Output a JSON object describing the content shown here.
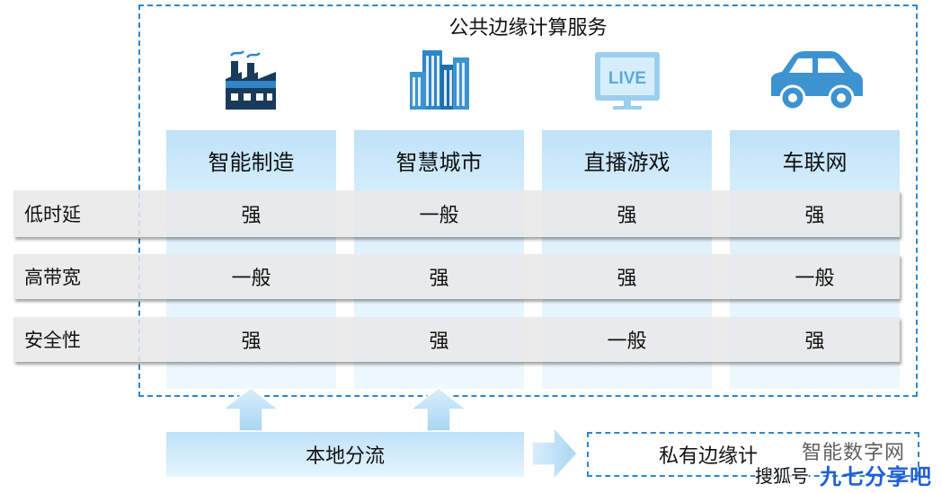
{
  "frame": {
    "title": "公共边缘计算服务"
  },
  "columns": [
    {
      "icon": "factory-icon",
      "label": "智能制造"
    },
    {
      "icon": "city-buildings-icon",
      "label": "智慧城市"
    },
    {
      "icon": "live-tv-icon",
      "icon_text": "LIVE",
      "label": "直播游戏"
    },
    {
      "icon": "car-icon",
      "label": "车联网"
    }
  ],
  "rows": [
    {
      "label": "低时延",
      "values": [
        "强",
        "一般",
        "强",
        "强"
      ]
    },
    {
      "label": "高带宽",
      "values": [
        "一般",
        "强",
        "强",
        "一般"
      ]
    },
    {
      "label": "安全性",
      "values": [
        "强",
        "强",
        "一般",
        "强"
      ]
    }
  ],
  "bottom": {
    "local_offload": "本地分流",
    "private_edge": "私有边缘计"
  },
  "watermarks": {
    "overlay": "智能数字网",
    "sohu": "搜狐号",
    "site": "九七分享吧"
  },
  "colors": {
    "frame_border": "#2f86c8",
    "icon_blue": "#2f86c8",
    "column_fill": "#cfe9fa",
    "row_band": "#e8e8e8",
    "watermark_blue": "#1f5fd8"
  }
}
